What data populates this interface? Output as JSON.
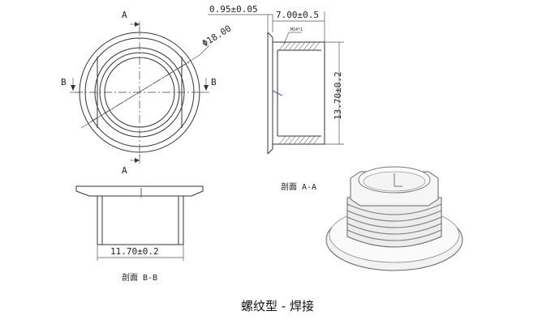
{
  "title": "螺纹型 - 焊接",
  "section_aa_label": "剖面 A-A",
  "section_bb_label": "剖面 B-B",
  "section_markers": {
    "a_top": "A",
    "a_bottom": "A",
    "b_left": "B",
    "b_right": "B"
  },
  "dimensions": {
    "diameter": "Φ18.00",
    "flange_thickness": "0.95±0.05",
    "thread_length": "7.00±0.5",
    "thread_spec": "M14*1",
    "height": "13.70±0.2",
    "inner_width": "11.70±0.2"
  },
  "colors": {
    "line": "#333333",
    "accent": "#3a5fcd",
    "render_fill": "#f2f2f2"
  }
}
